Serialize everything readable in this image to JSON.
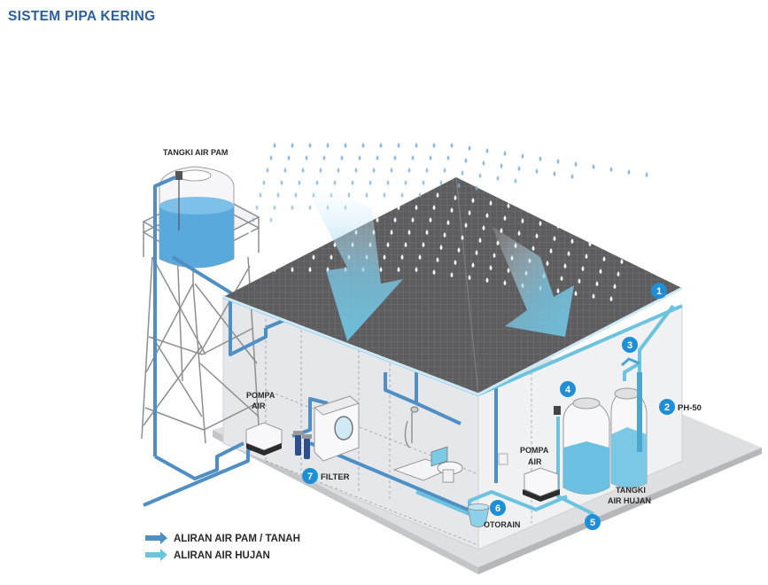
{
  "title": "SISTEM PIPA KERING",
  "colors": {
    "title": "#2b5f9e",
    "pam_pipe": "#4f8fc4",
    "rain_pipe": "#6cc3e0",
    "badge": "#1e8fd6",
    "roof": "#5d5d5f",
    "water": "#6bbfe0",
    "wall": "#e9eaec",
    "floor": "#dcdde0"
  },
  "labels": {
    "tank_pam": "TANGKI AIR PAM",
    "pump_left_1": "POMPA",
    "pump_left_2": "AIR",
    "pump_right_1": "POMPA",
    "pump_right_2": "AIR",
    "tank_rain_1": "TANGKI",
    "tank_rain_2": "AIR HUJAN",
    "filter": "FILTER",
    "otorain": "OTORAIN",
    "ph50": "PH-50"
  },
  "badges": [
    "1",
    "2",
    "3",
    "4",
    "5",
    "6",
    "7"
  ],
  "legend": [
    {
      "label": "ALIRAN AIR PAM / TANAH",
      "color": "#4f8fc4"
    },
    {
      "label": "ALIRAN AIR HUJAN",
      "color": "#6cc3e0"
    }
  ]
}
